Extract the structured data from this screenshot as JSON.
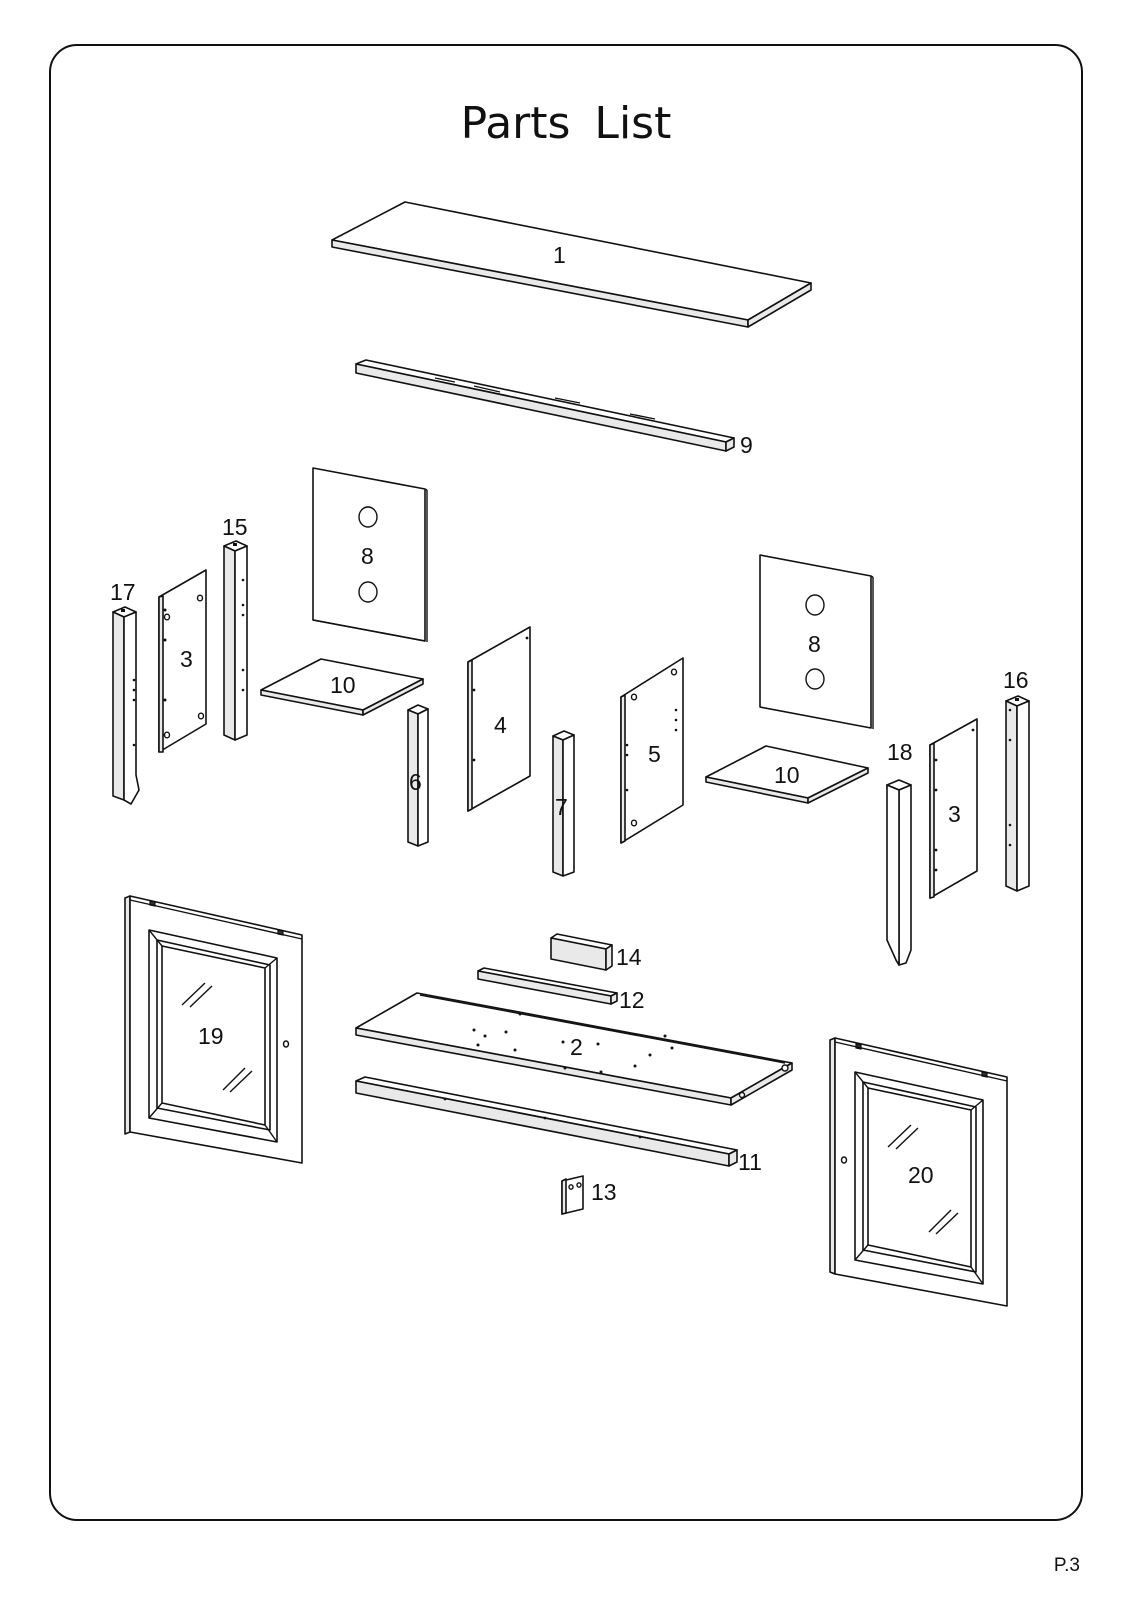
{
  "title": "Parts  List",
  "page_number": "P.3",
  "parts": {
    "p1": "1",
    "p2": "2",
    "p3a": "3",
    "p3b": "3",
    "p4": "4",
    "p5": "5",
    "p6": "6",
    "p7": "7",
    "p8a": "8",
    "p8b": "8",
    "p9": "9",
    "p10a": "10",
    "p10b": "10",
    "p11": "11",
    "p12": "12",
    "p13": "13",
    "p14": "14",
    "p15": "15",
    "p16": "16",
    "p17": "17",
    "p18": "18",
    "p19": "19",
    "p20": "20"
  }
}
